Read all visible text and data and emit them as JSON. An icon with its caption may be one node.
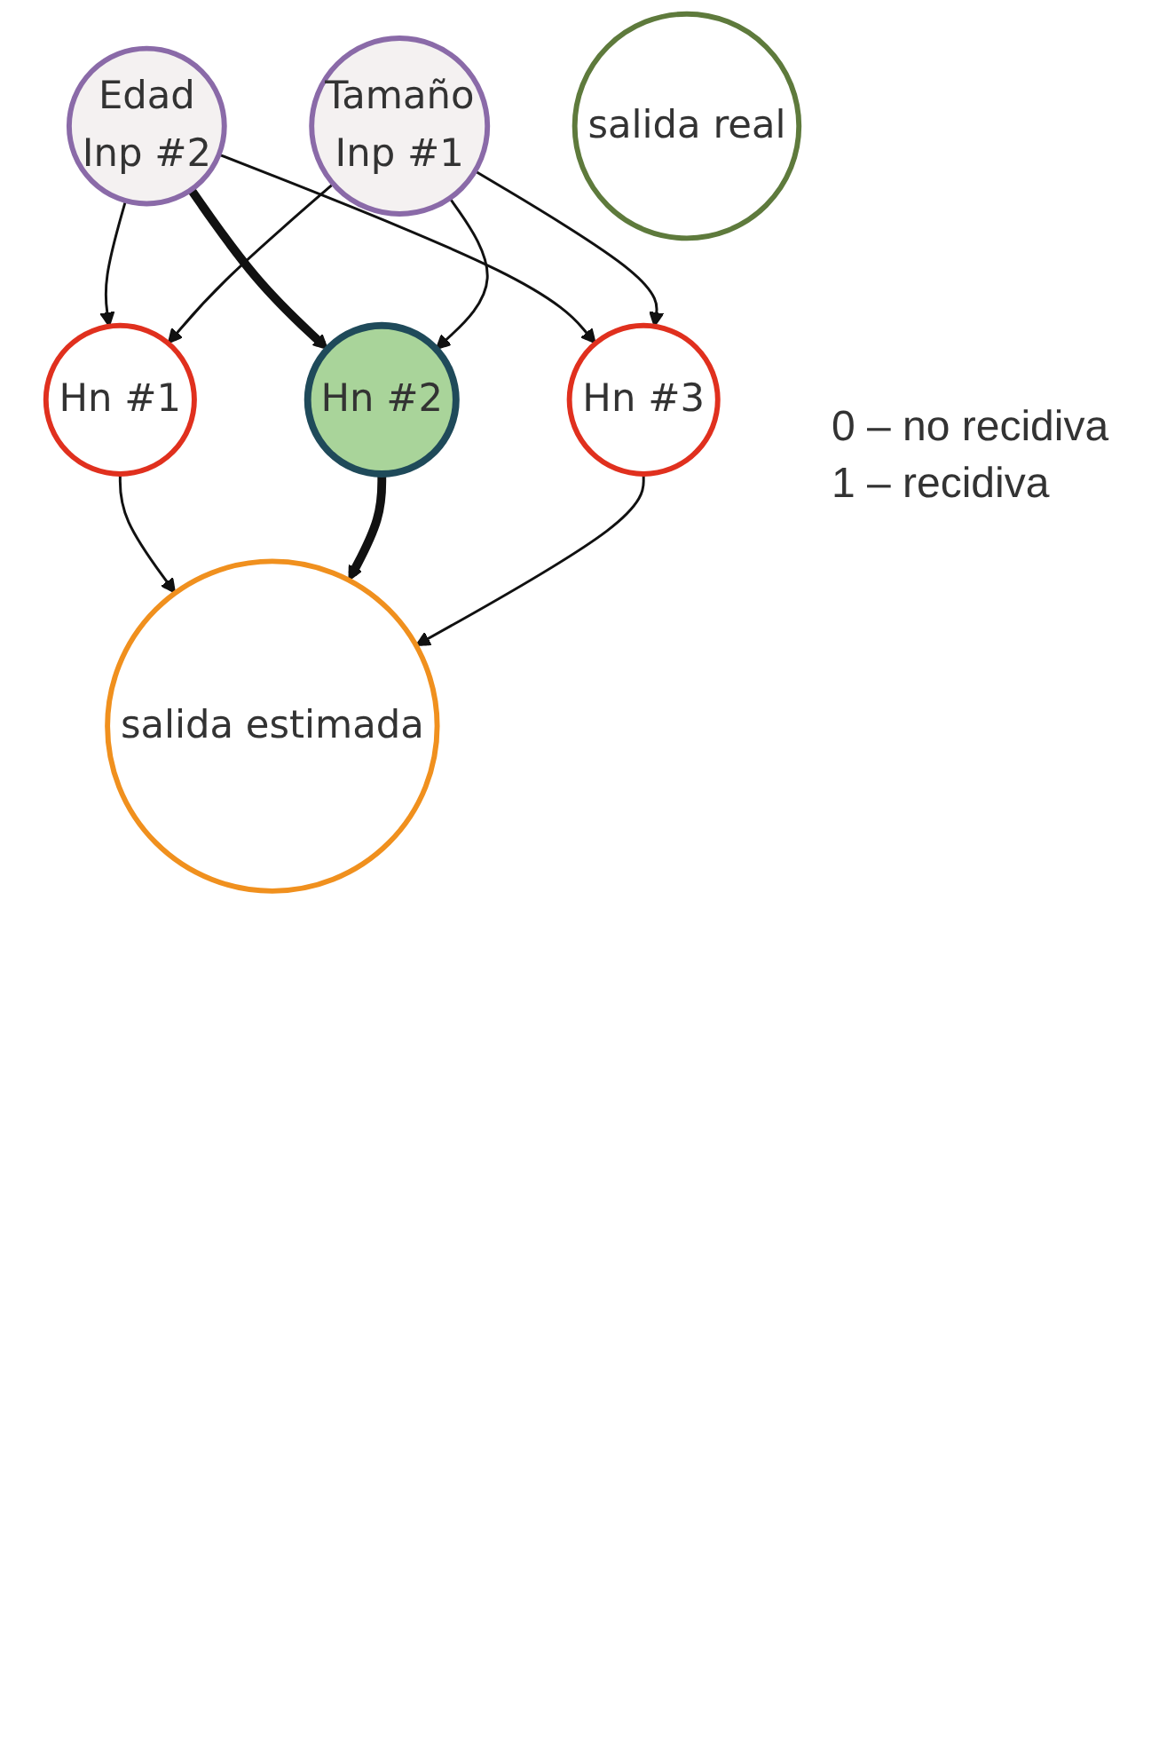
{
  "diagram": {
    "nodes": [
      {
        "text": [
          "Edad",
          "Inp #2"
        ]
      },
      {
        "text": [
          "Tamaño",
          "Inp #1"
        ]
      },
      {
        "text": [
          "Hn #1"
        ]
      },
      {
        "text": [
          "Hn #2"
        ]
      },
      {
        "text": [
          "Hn #3"
        ]
      },
      {
        "text": [
          "salida estimada"
        ]
      },
      {
        "text": [
          "salida real"
        ]
      }
    ],
    "edges": [
      {
        "from": 0,
        "to": 2,
        "arrow": "to"
      },
      {
        "from": 0,
        "to": 3,
        "arrow": "to",
        "style": "thick"
      },
      {
        "from": 0,
        "to": 4,
        "arrow": "to"
      },
      {
        "from": 1,
        "to": 2,
        "arrow": "to"
      },
      {
        "from": 1,
        "to": 3,
        "arrow": "to"
      },
      {
        "from": 1,
        "to": 4,
        "arrow": "to"
      },
      {
        "from": 2,
        "to": 5,
        "arrow": "to"
      },
      {
        "from": 3,
        "to": 5,
        "arrow": "to",
        "style": "thick"
      },
      {
        "from": 4,
        "to": 5,
        "arrow": "to"
      }
    ],
    "labels": [
      "0 – no recidiva",
      "1 – recidiva"
    ]
  }
}
